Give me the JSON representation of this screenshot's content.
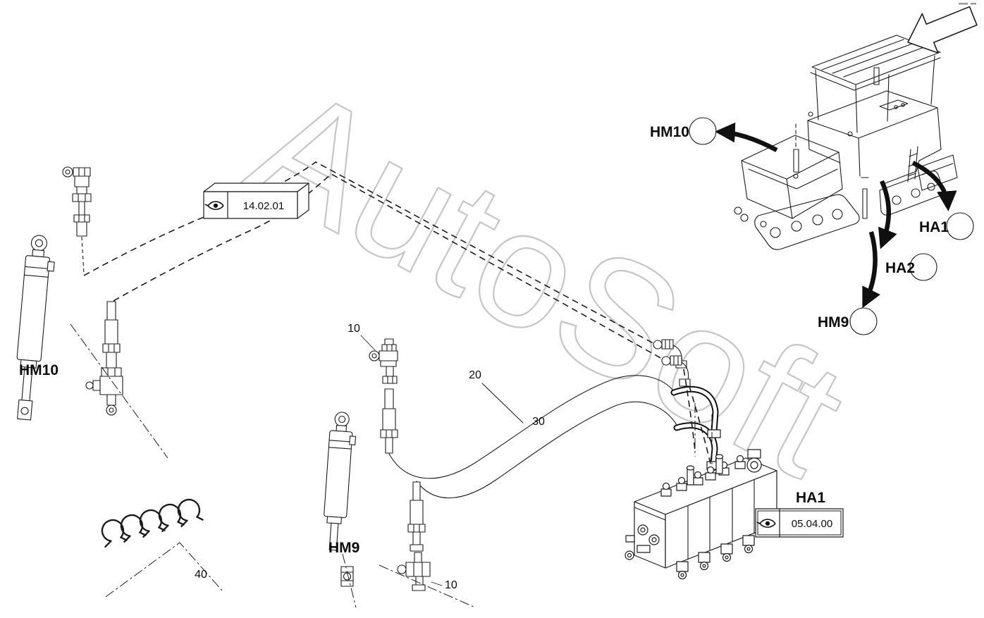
{
  "watermark": {
    "text": "AutoSoft",
    "color": "#c7c7c7"
  },
  "callouts": {
    "hm10": "HM10",
    "ha1": "HA1",
    "ha2": "HA2",
    "hm9": "HM9"
  },
  "labels": {
    "hm10": "HM10",
    "hm9": "HM9",
    "ha1": "HA1"
  },
  "items": {
    "i10a": "10",
    "i10b": "10",
    "i20": "20",
    "i30": "30",
    "i40": "40"
  },
  "refs": {
    "r1": "14.02.01",
    "r2": "05.04.00"
  }
}
